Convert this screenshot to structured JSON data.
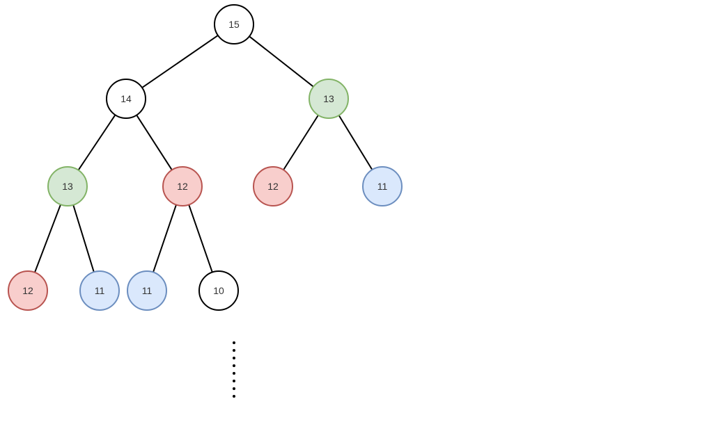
{
  "styles": {
    "white": {
      "fill": "#ffffff",
      "stroke": "#000000"
    },
    "green": {
      "fill": "#d5e8d4",
      "stroke": "#82b366"
    },
    "red": {
      "fill": "#f8cecc",
      "stroke": "#b85450"
    },
    "blue": {
      "fill": "#dae8fc",
      "stroke": "#6c8ebf"
    }
  },
  "nodes": [
    {
      "id": "n15",
      "label": "15",
      "style": "white"
    },
    {
      "id": "n14",
      "label": "14",
      "style": "white"
    },
    {
      "id": "n13r",
      "label": "13",
      "style": "green"
    },
    {
      "id": "n13l",
      "label": "13",
      "style": "green"
    },
    {
      "id": "n12m",
      "label": "12",
      "style": "red"
    },
    {
      "id": "n12r",
      "label": "12",
      "style": "red"
    },
    {
      "id": "n11r",
      "label": "11",
      "style": "blue"
    },
    {
      "id": "n12ll",
      "label": "12",
      "style": "red"
    },
    {
      "id": "n11a",
      "label": "11",
      "style": "blue"
    },
    {
      "id": "n11b",
      "label": "11",
      "style": "blue"
    },
    {
      "id": "n10",
      "label": "10",
      "style": "white"
    }
  ],
  "edges": [
    [
      "n15",
      "n14"
    ],
    [
      "n15",
      "n13r"
    ],
    [
      "n14",
      "n13l"
    ],
    [
      "n14",
      "n12m"
    ],
    [
      "n13r",
      "n12r"
    ],
    [
      "n13r",
      "n11r"
    ],
    [
      "n13l",
      "n12ll"
    ],
    [
      "n13l",
      "n11a"
    ],
    [
      "n12m",
      "n11b"
    ],
    [
      "n12m",
      "n10"
    ]
  ],
  "continuation_marker": "vertical-dotted-line"
}
